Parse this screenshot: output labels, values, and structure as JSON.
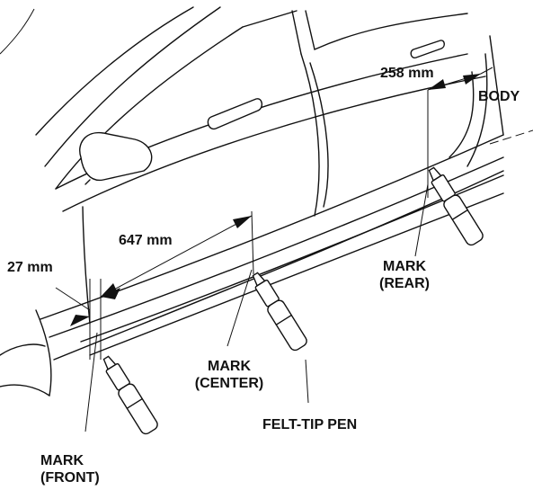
{
  "labels": {
    "dim_27": "27 mm",
    "dim_647": "647 mm",
    "dim_258": "258 mm",
    "body": "BODY",
    "mark_front_line1": "MARK",
    "mark_front_line2": "(FRONT)",
    "mark_center_line1": "MARK",
    "mark_center_line2": "(CENTER)",
    "mark_rear_line1": "MARK",
    "mark_rear_line2": "(REAR)",
    "felt_tip_pen": "FELT-TIP PEN"
  },
  "dimensions": [
    {
      "name": "front-offset",
      "value": 27,
      "unit": "mm"
    },
    {
      "name": "front-to-center",
      "value": 647,
      "unit": "mm"
    },
    {
      "name": "rear-offset",
      "value": 258,
      "unit": "mm"
    }
  ],
  "colors": {
    "ink": "#111111",
    "background": "#ffffff"
  }
}
